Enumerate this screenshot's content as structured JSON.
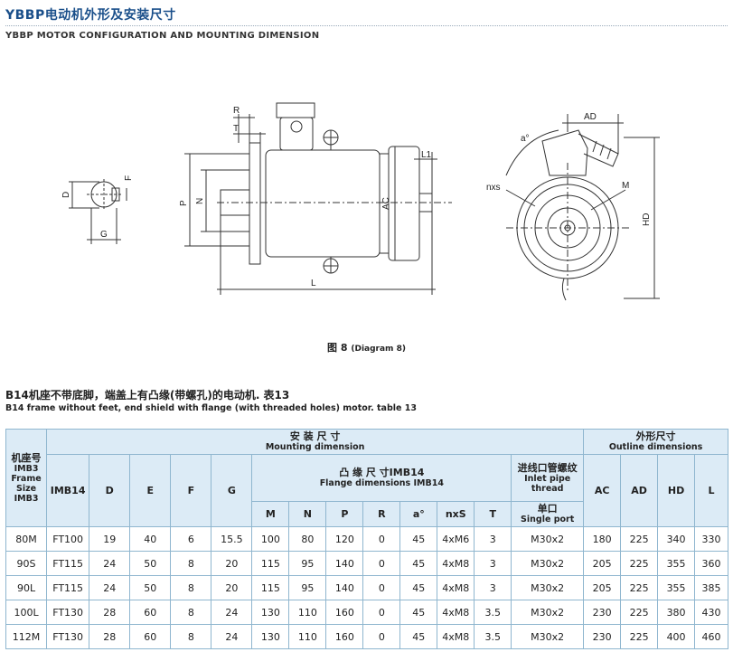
{
  "header": {
    "title_cn": "YBBP电动机外形及安装尺寸",
    "title_en": "YBBP MOTOR CONFIGURATION AND MOUNTING DIMENSION"
  },
  "diagram": {
    "caption_cn": "图 8",
    "caption_en": "(Diagram 8)",
    "labels": {
      "D": "D",
      "F": "F",
      "G": "G",
      "R": "R",
      "T": "T",
      "P": "P",
      "N": "N",
      "AC": "AC",
      "L1": "L1",
      "L": "L",
      "AD": "AD",
      "a": "a°",
      "nxs": "nxs",
      "M": "M",
      "HD": "HD"
    }
  },
  "table_title": {
    "cn": "B14机座不带底脚，端盖上有凸缘(带螺孔)的电动机. 表13",
    "en": "B14 frame without feet, end shield with flange (with threaded holes) motor. table 13"
  },
  "table": {
    "group_mounting_cn": "安 装 尺 寸",
    "group_mounting_en": "Mounting dimension",
    "group_outline_cn": "外形尺寸",
    "group_outline_en": "Outline dimensions",
    "frame_cn": "机座号",
    "frame_imb3": "IMB3",
    "frame_en1": "Frame",
    "frame_en2": "Size",
    "frame_en3": "IMB3",
    "imb14": "IMB14",
    "col_D": "D",
    "col_E": "E",
    "col_F": "F",
    "col_G": "G",
    "flange_cn": "凸 缘 尺 寸IMB14",
    "flange_en": "Flange dimensions IMB14",
    "inlet_cn": "进线口管螺纹",
    "inlet_en1": "Inlet pipe",
    "inlet_en2": "thread",
    "col_AC": "AC",
    "col_AD": "AD",
    "col_HD": "HD",
    "col_L": "L",
    "sub_M": "M",
    "sub_N": "N",
    "sub_P": "P",
    "sub_R": "R",
    "sub_a": "a°",
    "sub_nxS": "nxS",
    "sub_T": "T",
    "single_port_cn": "单口",
    "single_port_en": "Single port",
    "rows": [
      [
        "80M",
        "FT100",
        "19",
        "40",
        "6",
        "15.5",
        "100",
        "80",
        "120",
        "0",
        "45",
        "4xM6",
        "3",
        "M30x2",
        "180",
        "225",
        "340",
        "330"
      ],
      [
        "90S",
        "FT115",
        "24",
        "50",
        "8",
        "20",
        "115",
        "95",
        "140",
        "0",
        "45",
        "4xM8",
        "3",
        "M30x2",
        "205",
        "225",
        "355",
        "360"
      ],
      [
        "90L",
        "FT115",
        "24",
        "50",
        "8",
        "20",
        "115",
        "95",
        "140",
        "0",
        "45",
        "4xM8",
        "3",
        "M30x2",
        "205",
        "225",
        "355",
        "385"
      ],
      [
        "100L",
        "FT130",
        "28",
        "60",
        "8",
        "24",
        "130",
        "110",
        "160",
        "0",
        "45",
        "4xM8",
        "3.5",
        "M30x2",
        "230",
        "225",
        "380",
        "430"
      ],
      [
        "112M",
        "FT130",
        "28",
        "60",
        "8",
        "24",
        "130",
        "110",
        "160",
        "0",
        "45",
        "4xM8",
        "3.5",
        "M30x2",
        "230",
        "225",
        "400",
        "460"
      ]
    ]
  }
}
